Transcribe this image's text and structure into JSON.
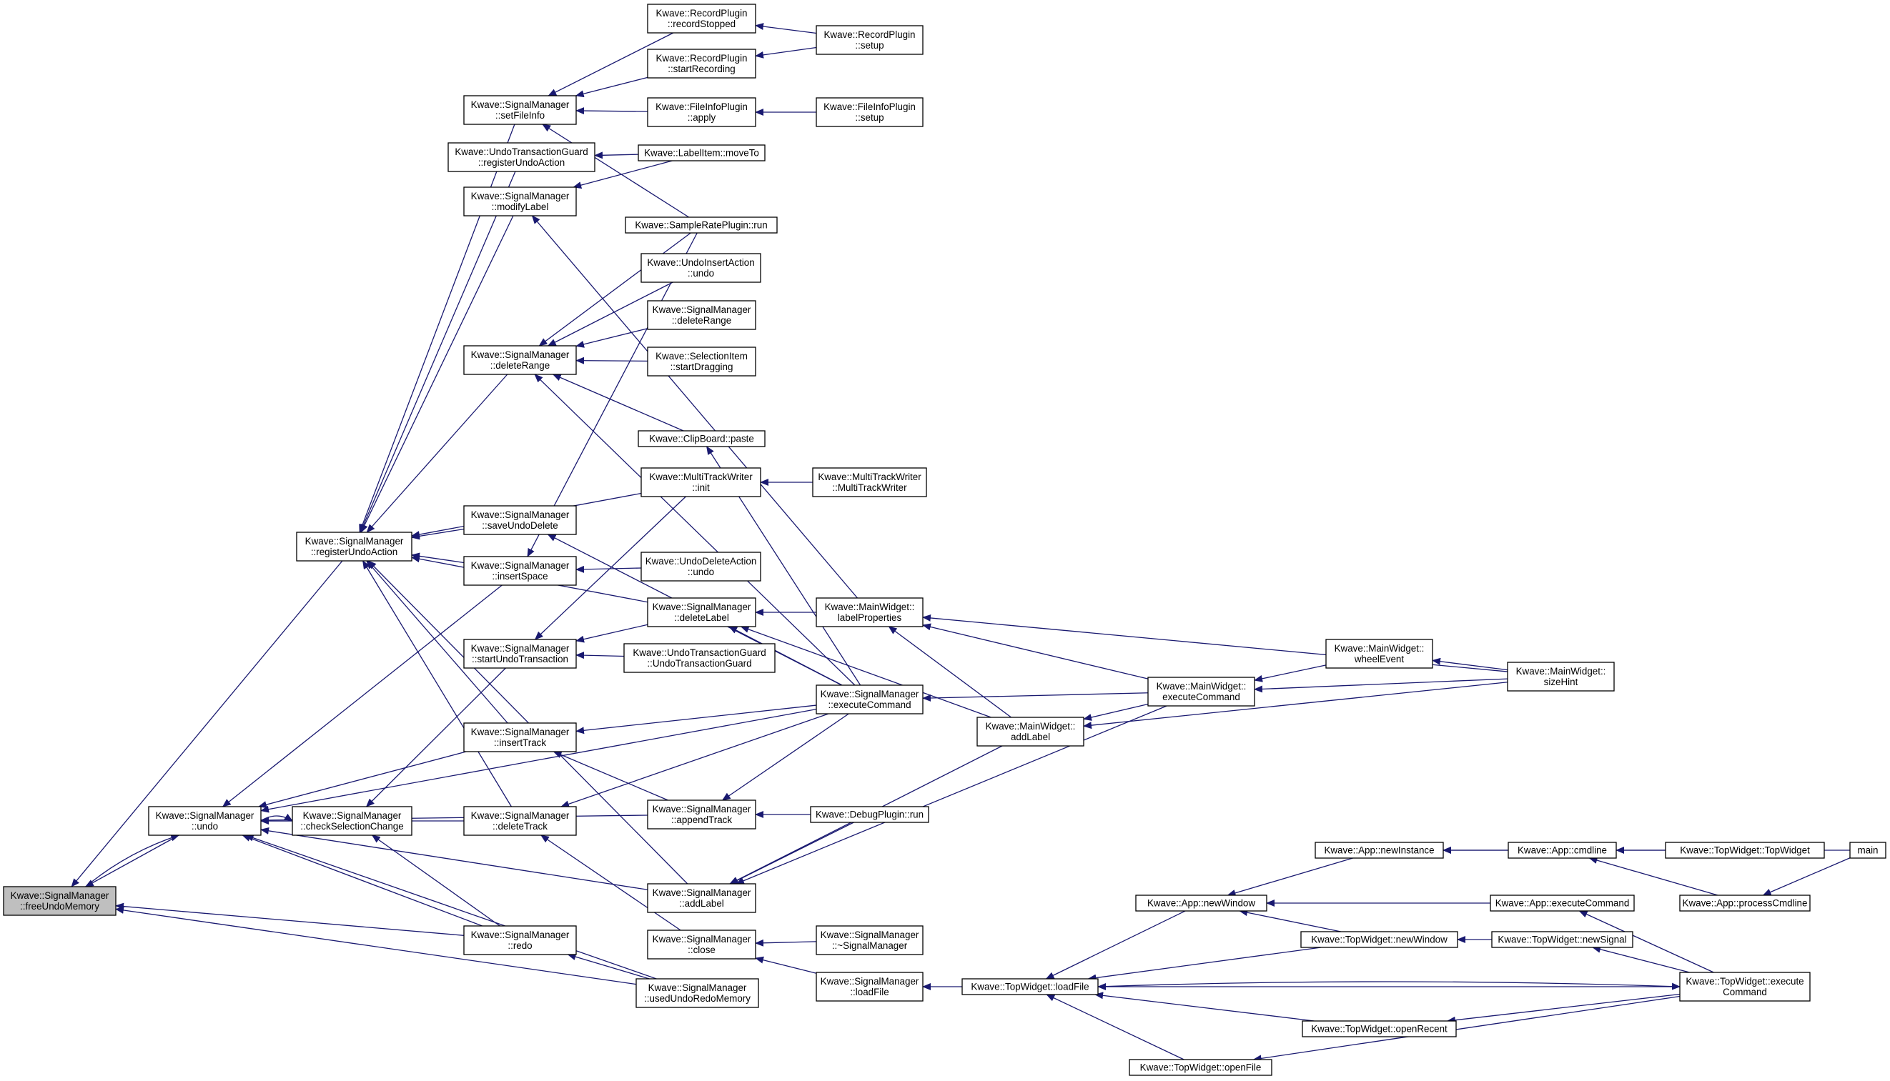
{
  "colors": {
    "edge": "#191970",
    "node_border": "#000000",
    "node_fill": "#ffffff",
    "root_fill": "#bfbfbf"
  },
  "nodes": [
    {
      "id": "free",
      "lines": [
        "Kwave::SignalManager",
        "::freeUndoMemory"
      ],
      "root": true
    },
    {
      "id": "undo",
      "lines": [
        "Kwave::SignalManager",
        "::undo"
      ]
    },
    {
      "id": "regundo",
      "lines": [
        "Kwave::SignalManager",
        "::registerUndoAction"
      ]
    },
    {
      "id": "checksel",
      "lines": [
        "Kwave::SignalManager",
        "::checkSelectionChange"
      ]
    },
    {
      "id": "redo",
      "lines": [
        "Kwave::SignalManager",
        "::redo"
      ]
    },
    {
      "id": "usedmem",
      "lines": [
        "Kwave::SignalManager",
        "::usedUndoRedoMemory"
      ]
    },
    {
      "id": "setfileinfo",
      "lines": [
        "Kwave::SignalManager",
        "::setFileInfo"
      ]
    },
    {
      "id": "utg_reg",
      "lines": [
        "Kwave::UndoTransactionGuard",
        "::registerUndoAction"
      ]
    },
    {
      "id": "modlabel",
      "lines": [
        "Kwave::SignalManager",
        "::modifyLabel"
      ]
    },
    {
      "id": "delrange",
      "lines": [
        "Kwave::SignalManager",
        "::deleteRange"
      ]
    },
    {
      "id": "saveundodel",
      "lines": [
        "Kwave::SignalManager",
        "::saveUndoDelete"
      ]
    },
    {
      "id": "insspace",
      "lines": [
        "Kwave::SignalManager",
        "::insertSpace"
      ]
    },
    {
      "id": "startundo",
      "lines": [
        "Kwave::SignalManager",
        "::startUndoTransaction"
      ]
    },
    {
      "id": "instrack",
      "lines": [
        "Kwave::SignalManager",
        "::insertTrack"
      ]
    },
    {
      "id": "deltrack",
      "lines": [
        "Kwave::SignalManager",
        "::deleteTrack"
      ]
    },
    {
      "id": "rec_stopped",
      "lines": [
        "Kwave::RecordPlugin",
        "::recordStopped"
      ]
    },
    {
      "id": "rec_start",
      "lines": [
        "Kwave::RecordPlugin",
        "::startRecording"
      ]
    },
    {
      "id": "fi_apply",
      "lines": [
        "Kwave::FileInfoPlugin",
        "::apply"
      ]
    },
    {
      "id": "li_moveto",
      "lines": [
        "Kwave::LabelItem::moveTo"
      ]
    },
    {
      "id": "srp_run",
      "lines": [
        "Kwave::SampleRatePlugin::run"
      ]
    },
    {
      "id": "uia_undo",
      "lines": [
        "Kwave::UndoInsertAction",
        "::undo"
      ]
    },
    {
      "id": "sm_delrange2",
      "lines": [
        "Kwave::SignalManager",
        "::deleteRange"
      ]
    },
    {
      "id": "si_startdrag",
      "lines": [
        "Kwave::SelectionItem",
        "::startDragging"
      ]
    },
    {
      "id": "cb_paste",
      "lines": [
        "Kwave::ClipBoard::paste"
      ]
    },
    {
      "id": "mtw_init",
      "lines": [
        "Kwave::MultiTrackWriter",
        "::init"
      ]
    },
    {
      "id": "uda_undo",
      "lines": [
        "Kwave::UndoDeleteAction",
        "::undo"
      ]
    },
    {
      "id": "dellabel",
      "lines": [
        "Kwave::SignalManager",
        "::deleteLabel"
      ]
    },
    {
      "id": "utg_ctor",
      "lines": [
        "Kwave::UndoTransactionGuard",
        "::UndoTransactionGuard"
      ]
    },
    {
      "id": "apptrack",
      "lines": [
        "Kwave::SignalManager",
        "::appendTrack"
      ]
    },
    {
      "id": "addlabel",
      "lines": [
        "Kwave::SignalManager",
        "::addLabel"
      ]
    },
    {
      "id": "close",
      "lines": [
        "Kwave::SignalManager",
        "::close"
      ]
    },
    {
      "id": "rp_setup",
      "lines": [
        "Kwave::RecordPlugin",
        "::setup"
      ]
    },
    {
      "id": "fi_setup",
      "lines": [
        "Kwave::FileInfoPlugin",
        "::setup"
      ]
    },
    {
      "id": "mtw_ctor",
      "lines": [
        "Kwave::MultiTrackWriter",
        "::MultiTrackWriter"
      ]
    },
    {
      "id": "mw_labelprops",
      "lines": [
        "Kwave::MainWidget::",
        "labelProperties"
      ]
    },
    {
      "id": "sm_execcmd",
      "lines": [
        "Kwave::SignalManager",
        "::executeCommand"
      ]
    },
    {
      "id": "dp_run",
      "lines": [
        "Kwave::DebugPlugin::run"
      ]
    },
    {
      "id": "sm_dtor",
      "lines": [
        "Kwave::SignalManager",
        "::~SignalManager"
      ]
    },
    {
      "id": "sm_loadfile",
      "lines": [
        "Kwave::SignalManager",
        "::loadFile"
      ]
    },
    {
      "id": "mw_addlabel",
      "lines": [
        "Kwave::MainWidget::",
        "addLabel"
      ]
    },
    {
      "id": "tw_loadfile",
      "lines": [
        "Kwave::TopWidget::loadFile"
      ]
    },
    {
      "id": "mw_execcmd",
      "lines": [
        "Kwave::MainWidget::",
        "executeCommand"
      ]
    },
    {
      "id": "app_newwindow",
      "lines": [
        "Kwave::App::newWindow"
      ]
    },
    {
      "id": "mw_wheel",
      "lines": [
        "Kwave::MainWidget::",
        "wheelEvent"
      ]
    },
    {
      "id": "app_newinst",
      "lines": [
        "Kwave::App::newInstance"
      ]
    },
    {
      "id": "tw_newwindow",
      "lines": [
        "Kwave::TopWidget::newWindow"
      ]
    },
    {
      "id": "tw_openrecent",
      "lines": [
        "Kwave::TopWidget::openRecent"
      ]
    },
    {
      "id": "tw_openfile",
      "lines": [
        "Kwave::TopWidget::openFile"
      ]
    },
    {
      "id": "app_cmdline",
      "lines": [
        "Kwave::App::cmdline"
      ]
    },
    {
      "id": "app_execcmd",
      "lines": [
        "Kwave::App::executeCommand"
      ]
    },
    {
      "id": "tw_newsignal",
      "lines": [
        "Kwave::TopWidget::newSignal"
      ]
    },
    {
      "id": "mw_sizehint",
      "lines": [
        "Kwave::MainWidget::",
        "sizeHint"
      ]
    },
    {
      "id": "tw_execcmd",
      "lines": [
        "Kwave::TopWidget::execute",
        "Command"
      ]
    },
    {
      "id": "tw_ctor",
      "lines": [
        "Kwave::TopWidget::TopWidget"
      ]
    },
    {
      "id": "app_proccmd",
      "lines": [
        "Kwave::App::processCmdline"
      ]
    },
    {
      "id": "main",
      "lines": [
        "main"
      ]
    }
  ],
  "edges": [
    [
      "undo",
      "free"
    ],
    [
      "regundo",
      "free"
    ],
    [
      "redo",
      "free"
    ],
    [
      "usedmem",
      "free"
    ],
    [
      "free",
      "undo"
    ],
    [
      "checksel",
      "undo"
    ],
    [
      "insspace",
      "undo"
    ],
    [
      "instrack",
      "undo"
    ],
    [
      "deltrack",
      "undo"
    ],
    [
      "apptrack",
      "undo"
    ],
    [
      "addlabel",
      "undo"
    ],
    [
      "redo",
      "undo"
    ],
    [
      "usedmem",
      "undo"
    ],
    [
      "sm_execcmd",
      "undo"
    ],
    [
      "undo",
      "checksel"
    ],
    [
      "startundo",
      "checksel"
    ],
    [
      "redo",
      "checksel"
    ],
    [
      "setfileinfo",
      "regundo"
    ],
    [
      "utg_reg",
      "regundo"
    ],
    [
      "modlabel",
      "regundo"
    ],
    [
      "delrange",
      "regundo"
    ],
    [
      "saveundodel",
      "regundo"
    ],
    [
      "insspace",
      "regundo"
    ],
    [
      "instrack",
      "regundo"
    ],
    [
      "deltrack",
      "regundo"
    ],
    [
      "mtw_init",
      "regundo"
    ],
    [
      "dellabel",
      "regundo"
    ],
    [
      "addlabel",
      "regundo"
    ],
    [
      "usedmem",
      "redo"
    ],
    [
      "rec_stopped",
      "setfileinfo"
    ],
    [
      "rec_start",
      "setfileinfo"
    ],
    [
      "fi_apply",
      "setfileinfo"
    ],
    [
      "srp_run",
      "setfileinfo"
    ],
    [
      "li_moveto",
      "utg_reg"
    ],
    [
      "li_moveto",
      "modlabel"
    ],
    [
      "mw_labelprops",
      "modlabel"
    ],
    [
      "uia_undo",
      "delrange"
    ],
    [
      "sm_delrange2",
      "delrange"
    ],
    [
      "si_startdrag",
      "delrange"
    ],
    [
      "cb_paste",
      "delrange"
    ],
    [
      "srp_run",
      "delrange"
    ],
    [
      "sm_execcmd",
      "delrange"
    ],
    [
      "sm_execcmd",
      "saveundodel"
    ],
    [
      "uda_undo",
      "insspace"
    ],
    [
      "srp_run",
      "insspace"
    ],
    [
      "dellabel",
      "startundo"
    ],
    [
      "utg_ctor",
      "startundo"
    ],
    [
      "mtw_init",
      "startundo"
    ],
    [
      "sm_execcmd",
      "instrack"
    ],
    [
      "apptrack",
      "instrack"
    ],
    [
      "sm_execcmd",
      "deltrack"
    ],
    [
      "close",
      "deltrack"
    ],
    [
      "rp_setup",
      "rec_stopped"
    ],
    [
      "rp_setup",
      "rec_start"
    ],
    [
      "fi_setup",
      "fi_apply"
    ],
    [
      "sm_execcmd",
      "cb_paste"
    ],
    [
      "mtw_ctor",
      "mtw_init"
    ],
    [
      "mw_labelprops",
      "dellabel"
    ],
    [
      "sm_execcmd",
      "dellabel"
    ],
    [
      "mw_addlabel",
      "dellabel"
    ],
    [
      "sm_execcmd",
      "apptrack"
    ],
    [
      "dp_run",
      "apptrack"
    ],
    [
      "dp_run",
      "addlabel"
    ],
    [
      "mw_addlabel",
      "addlabel"
    ],
    [
      "mw_execcmd",
      "addlabel"
    ],
    [
      "sm_dtor",
      "close"
    ],
    [
      "sm_loadfile",
      "close"
    ],
    [
      "mw_execcmd",
      "mw_labelprops"
    ],
    [
      "mw_sizehint",
      "mw_labelprops"
    ],
    [
      "mw_addlabel",
      "mw_labelprops"
    ],
    [
      "mw_execcmd",
      "sm_execcmd"
    ],
    [
      "tw_loadfile",
      "sm_loadfile"
    ],
    [
      "mw_execcmd",
      "mw_addlabel"
    ],
    [
      "mw_sizehint",
      "mw_addlabel"
    ],
    [
      "mw_wheel",
      "mw_execcmd"
    ],
    [
      "mw_sizehint",
      "mw_execcmd"
    ],
    [
      "mw_sizehint",
      "mw_wheel"
    ],
    [
      "app_newwindow",
      "tw_loadfile"
    ],
    [
      "tw_newwindow",
      "tw_loadfile"
    ],
    [
      "tw_openrecent",
      "tw_loadfile"
    ],
    [
      "tw_openfile",
      "tw_loadfile"
    ],
    [
      "tw_execcmd",
      "tw_loadfile"
    ],
    [
      "app_newinst",
      "app_newwindow"
    ],
    [
      "app_execcmd",
      "app_newwindow"
    ],
    [
      "tw_newwindow",
      "app_newwindow"
    ],
    [
      "app_cmdline",
      "app_newinst"
    ],
    [
      "main",
      "app_newinst"
    ],
    [
      "tw_newsignal",
      "tw_newwindow"
    ],
    [
      "tw_execcmd",
      "tw_openrecent"
    ],
    [
      "tw_execcmd",
      "tw_openfile"
    ],
    [
      "tw_execcmd",
      "tw_newsignal"
    ],
    [
      "tw_execcmd",
      "app_execcmd"
    ],
    [
      "tw_ctor",
      "app_cmdline"
    ],
    [
      "app_proccmd",
      "app_cmdline"
    ],
    [
      "main",
      "app_proccmd"
    ],
    [
      "tw_loadfile",
      "tw_execcmd"
    ]
  ]
}
